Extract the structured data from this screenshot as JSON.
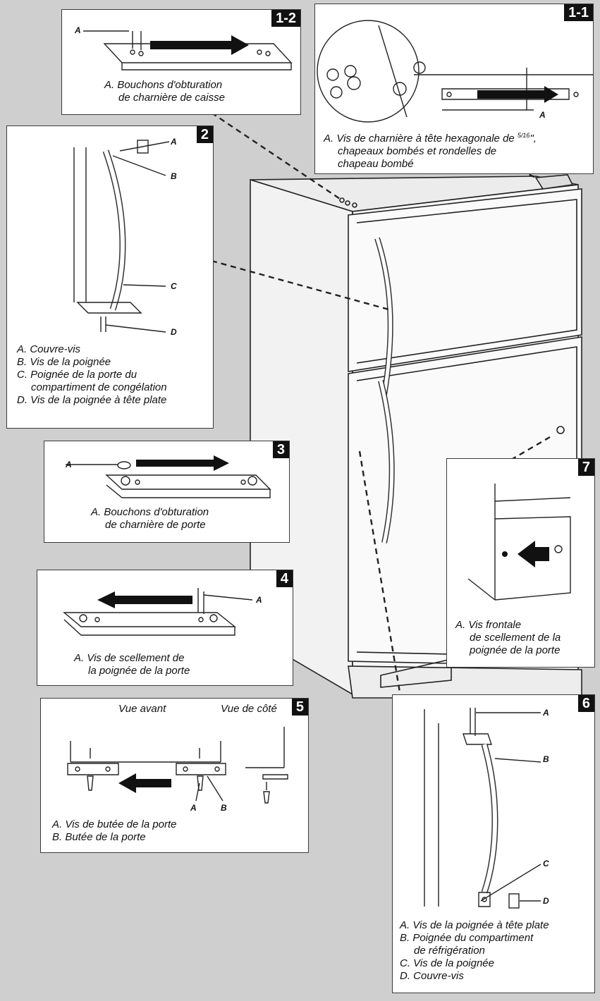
{
  "panels": {
    "p1_2": {
      "badge": "1-2",
      "label_a": "A",
      "caption": [
        "A. Bouchons d'obturation",
        "de charnière de caisse"
      ]
    },
    "p1_1": {
      "badge": "1-1",
      "label_a": "A",
      "caption": [
        "A. Vis de charnière à tête hexagonale de",
        "5/16",
        "\"",
        "chapeaux bombés et rondelles de",
        "chapeau bombé"
      ]
    },
    "p2": {
      "badge": "2",
      "labels": [
        "A",
        "B",
        "C",
        "D"
      ],
      "caption": [
        "A. Couvre-vis",
        "B. Vis de la poignée",
        "C. Poignée de la porte du",
        "compartiment de congélation",
        "D. Vis de la poignée à tête plate"
      ]
    },
    "p3": {
      "badge": "3",
      "label_a": "A",
      "caption": [
        "A. Bouchons d'obturation",
        "de charnière de porte"
      ]
    },
    "p4": {
      "badge": "4",
      "label_a": "A",
      "caption": [
        "A. Vis de scellement de",
        "la poignée de la porte"
      ]
    },
    "p5": {
      "badge": "5",
      "view_front": "Vue avant",
      "view_side": "Vue de côté",
      "labels": [
        "A",
        "B"
      ],
      "caption": [
        "A. Vis de butée de la porte",
        "B. Butée de la porte"
      ]
    },
    "p6": {
      "badge": "6",
      "labels": [
        "A",
        "B",
        "C",
        "D"
      ],
      "caption": [
        "A. Vis de la poignée à tête plate",
        "B. Poignée du compartiment",
        "de réfrigération",
        "C. Vis de la poignée",
        "D. Couvre-vis"
      ]
    },
    "p7": {
      "badge": "7",
      "caption": [
        "A. Vis frontale",
        "de scellement de la",
        "poignée de la porte"
      ]
    }
  },
  "colors": {
    "background": "#cfcfcf",
    "panel": "#ffffff",
    "ink": "#111111",
    "badge": "#111111"
  }
}
